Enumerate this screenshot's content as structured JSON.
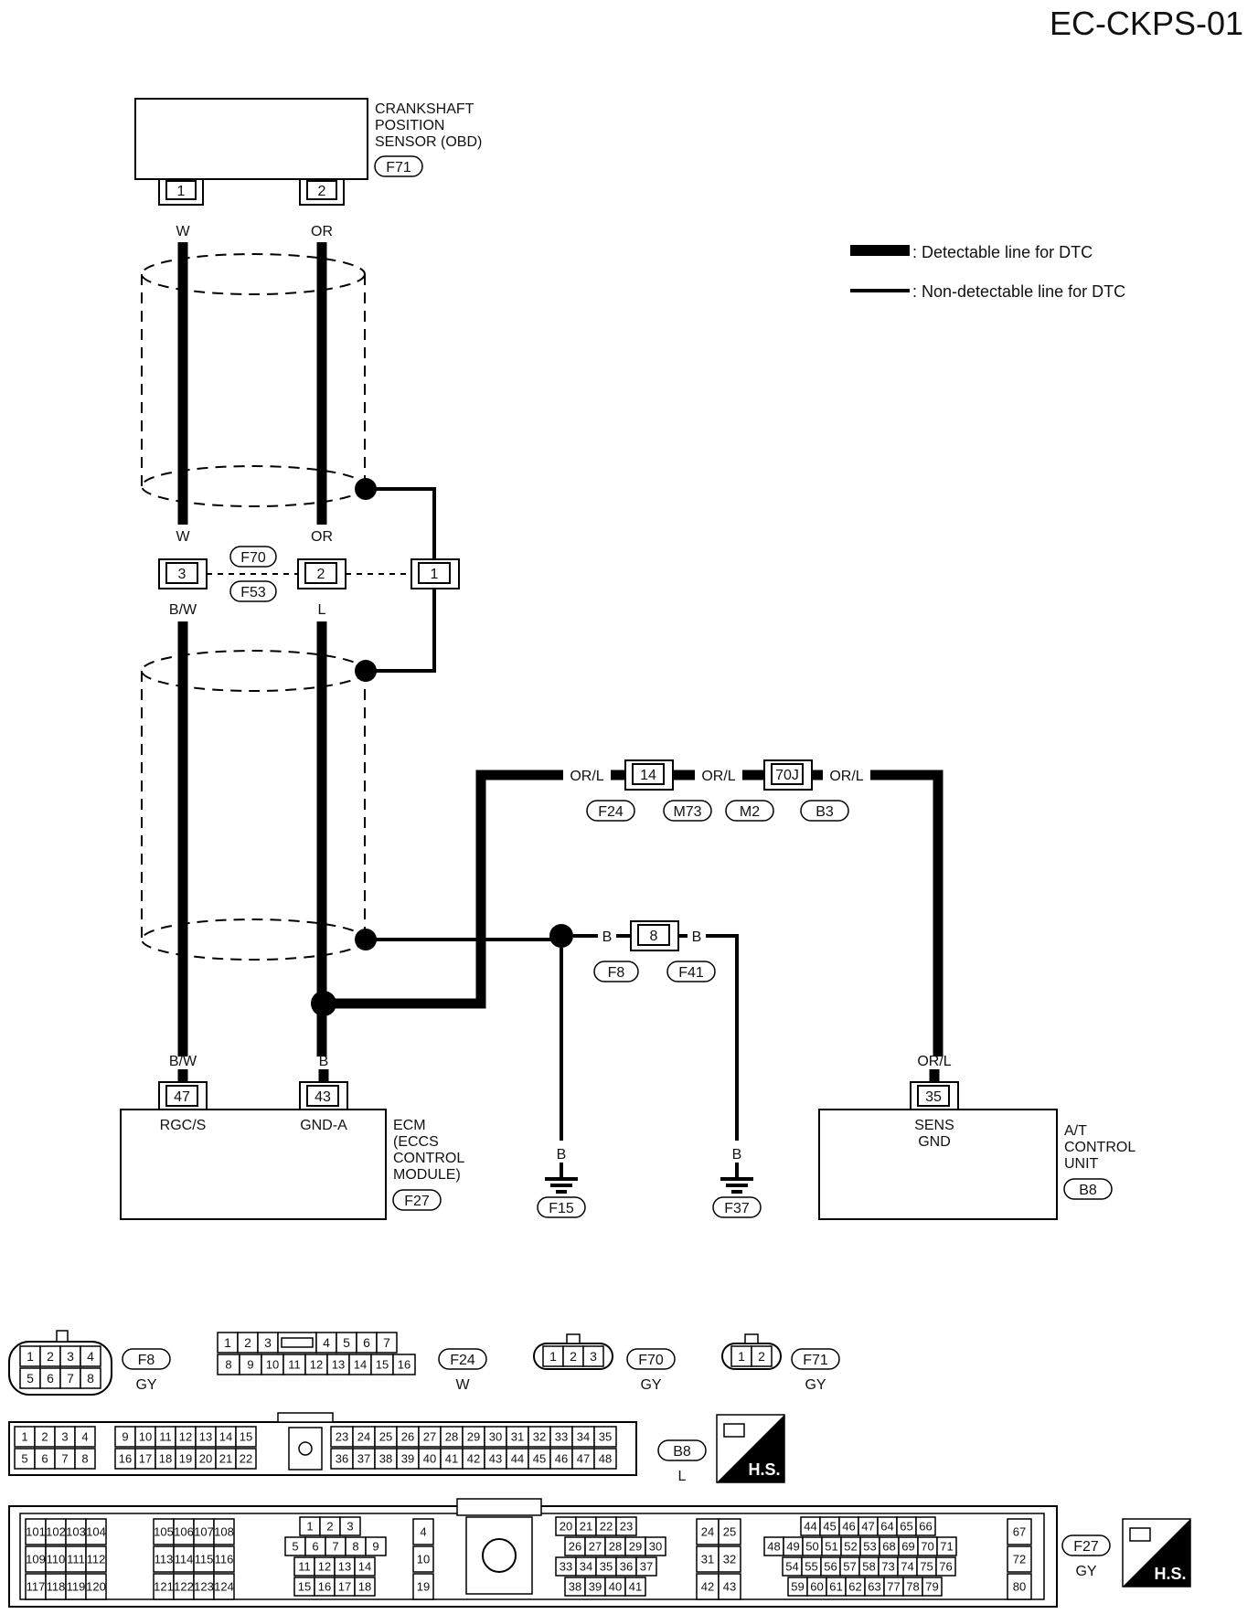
{
  "page_code": "EC-CKPS-01",
  "legend": {
    "detectable": ": Detectable line for DTC",
    "non_detectable": ": Non-detectable line for DTC"
  },
  "sensor": {
    "label_lines": [
      "CRANKSHAFT",
      "POSITION",
      "SENSOR (OBD)"
    ],
    "connector": "F71",
    "pins": [
      "1",
      "2"
    ],
    "wire_colors": [
      "W",
      "OR"
    ]
  },
  "joint": {
    "connectors": [
      "F70",
      "F53"
    ],
    "pins": [
      "3",
      "2",
      "1"
    ],
    "upper_colors": [
      "W",
      "OR"
    ],
    "lower_colors": [
      "B/W",
      "L"
    ]
  },
  "harness_route": {
    "wire_colors": [
      "OR/L",
      "OR/L",
      "OR/L"
    ],
    "pins": [
      "14",
      "70J"
    ],
    "connectors": [
      "F24",
      "M73",
      "M2",
      "B3"
    ]
  },
  "ground_link": {
    "wire_colors": [
      "B",
      "B"
    ],
    "pin": "8",
    "connectors": [
      "F8",
      "F41"
    ]
  },
  "ecm": {
    "wire_colors": [
      "B/W",
      "B"
    ],
    "pins": [
      "47",
      "43"
    ],
    "terminals": [
      "RGC/S",
      "GND-A"
    ],
    "label_lines": [
      "ECM",
      "(ECCS",
      "CONTROL",
      "MODULE)"
    ],
    "connector": "F27"
  },
  "grounds": [
    {
      "wire": "B",
      "id": "F15"
    },
    {
      "wire": "B",
      "id": "F37"
    }
  ],
  "tcu": {
    "wire_color": "OR/L",
    "pin": "35",
    "terminal_lines": [
      "SENS",
      "GND"
    ],
    "label_lines": [
      "A/T",
      "CONTROL",
      "UNIT"
    ],
    "connector": "B8"
  },
  "connector_views": [
    {
      "id": "F8",
      "color": "GY",
      "rows": [
        [
          "1",
          "2",
          "3",
          "4"
        ],
        [
          "5",
          "6",
          "7",
          "8"
        ]
      ]
    },
    {
      "id": "F24",
      "color": "W",
      "rows": [
        [
          "1",
          "2",
          "3",
          "",
          "4",
          "5",
          "6",
          "7"
        ],
        [
          "8",
          "9",
          "10",
          "11",
          "12",
          "13",
          "14",
          "15",
          "16"
        ]
      ]
    },
    {
      "id": "F70",
      "color": "GY",
      "rows": [
        [
          "1",
          "2",
          "3"
        ]
      ]
    },
    {
      "id": "F71",
      "color": "GY",
      "rows": [
        [
          "1",
          "2"
        ]
      ]
    },
    {
      "id": "B8",
      "color": "L",
      "rows": [
        [
          "1",
          "2",
          "3",
          "4",
          "9",
          "10",
          "11",
          "12",
          "13",
          "14",
          "15",
          "23",
          "24",
          "25",
          "26",
          "27",
          "28",
          "29",
          "30",
          "31",
          "32",
          "33",
          "34",
          "35"
        ],
        [
          "5",
          "6",
          "7",
          "8",
          "16",
          "17",
          "18",
          "19",
          "20",
          "21",
          "22",
          "36",
          "37",
          "38",
          "39",
          "40",
          "41",
          "42",
          "43",
          "44",
          "45",
          "46",
          "47",
          "48"
        ]
      ]
    },
    {
      "id": "F27",
      "color": "GY",
      "blocks": [
        [
          [
            "101",
            "102",
            "103",
            "104"
          ],
          [
            "109",
            "110",
            "111",
            "112"
          ],
          [
            "117",
            "118",
            "119",
            "120"
          ]
        ],
        [
          [
            "105",
            "106",
            "107",
            "108"
          ],
          [
            "113",
            "114",
            "115",
            "116"
          ],
          [
            "121",
            "122",
            "123",
            "124"
          ]
        ],
        [
          [
            "1",
            "2",
            "3"
          ],
          [
            "5",
            "6",
            "7",
            "8",
            "9"
          ],
          [
            "11",
            "12",
            "13",
            "14"
          ],
          [
            "15",
            "16",
            "17",
            "18"
          ]
        ],
        [
          [
            "4"
          ],
          [
            "10"
          ],
          [
            "19"
          ]
        ],
        [
          [
            "20",
            "21",
            "22",
            "23"
          ],
          [
            "26",
            "27",
            "28",
            "29",
            "30"
          ],
          [
            "33",
            "34",
            "35",
            "36",
            "37"
          ],
          [
            "38",
            "39",
            "40",
            "41"
          ]
        ],
        [
          [
            "24",
            "25"
          ],
          [
            "31",
            "32"
          ],
          [
            "42",
            "43"
          ]
        ],
        [
          [
            "44",
            "45",
            "46",
            "47",
            "64",
            "65",
            "66"
          ],
          [
            "48",
            "49",
            "50",
            "51",
            "52",
            "53",
            "68",
            "69",
            "70",
            "71"
          ],
          [
            "54",
            "55",
            "56",
            "57",
            "58",
            "73",
            "74",
            "75",
            "76"
          ],
          [
            "59",
            "60",
            "61",
            "62",
            "63",
            "77",
            "78",
            "79"
          ]
        ],
        [
          [
            "67"
          ],
          [
            "72"
          ],
          [
            "80"
          ]
        ]
      ]
    }
  ],
  "hs_badge": "H.S."
}
